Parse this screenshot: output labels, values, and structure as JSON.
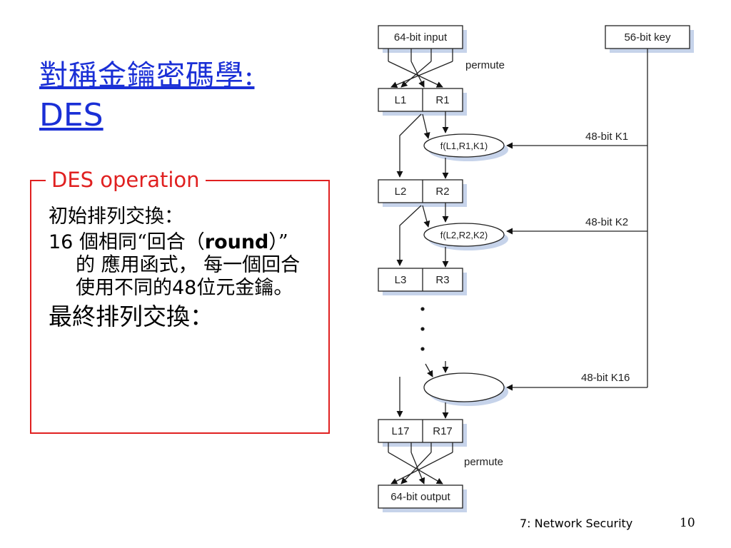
{
  "slide": {
    "title_zh": "對稱金鑰密碼學:",
    "title_en": "DES",
    "box_heading": "DES operation",
    "bullet1": "初始排列交換：",
    "bullet2_num": "16",
    "bullet2_text_a": " 個相同“回合（",
    "bullet2_round": "round",
    "bullet2_text_b": "）” 的 應用函式， 每一個回合使用不同的",
    "bullet2_num2": "48",
    "bullet2_text_c": "位元金鑰。",
    "bullet3": "最終排列交換：",
    "footer": "7: Network Security",
    "page_number": "10"
  },
  "diagram": {
    "input_label": "64-bit input",
    "key_label": "56-bit key",
    "permute_top": "permute",
    "permute_bottom": "permute",
    "round1": {
      "L": "L1",
      "R": "R1",
      "f": "f(L1,R1,K1)",
      "k": "48-bit K1"
    },
    "round2": {
      "L": "L2",
      "R": "R2",
      "f": "f(L2,R2,K2)",
      "k": "48-bit K2"
    },
    "round3": {
      "L": "L3",
      "R": "R3"
    },
    "round16_k": "48-bit K16",
    "final": {
      "L": "L17",
      "R": "R17"
    },
    "output_label": "64-bit output"
  }
}
